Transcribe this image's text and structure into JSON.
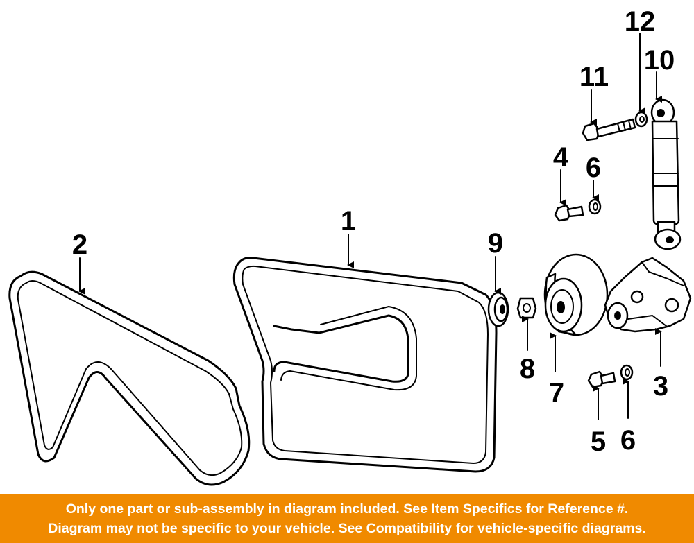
{
  "callouts": [
    {
      "id": "1",
      "label": "1"
    },
    {
      "id": "2",
      "label": "2"
    },
    {
      "id": "3",
      "label": "3"
    },
    {
      "id": "4",
      "label": "4"
    },
    {
      "id": "5",
      "label": "5"
    },
    {
      "id": "6a",
      "label": "6"
    },
    {
      "id": "6b",
      "label": "6"
    },
    {
      "id": "7",
      "label": "7"
    },
    {
      "id": "8",
      "label": "8"
    },
    {
      "id": "9",
      "label": "9"
    },
    {
      "id": "10",
      "label": "10"
    },
    {
      "id": "11",
      "label": "11"
    },
    {
      "id": "12",
      "label": "12"
    }
  ],
  "disclaimer": {
    "line1": "Only one part or sub-assembly in diagram included. See Item Specifics for Reference #.",
    "line2": "Diagram may not be specific to your vehicle. See Compatibility for vehicle-specific diagrams.",
    "background": "#f08a00",
    "text_color": "#ffffff"
  }
}
